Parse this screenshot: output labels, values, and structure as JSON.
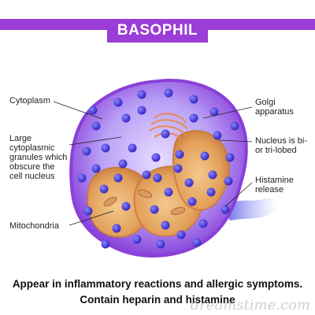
{
  "title": "BASOPHIL",
  "labels": {
    "cytoplasm": "Cytoplasm",
    "granules_line1": "Large",
    "granules_line2": "cytoplasmic",
    "granules_line3": "granules which",
    "granules_line4": "obscure the",
    "granules_line5": "cell nucleus",
    "mitochondria": "Mitochondria",
    "golgi_line1": "Golgi",
    "golgi_line2": "apparatus",
    "nucleus_line1": "Nucleus is bi-",
    "nucleus_line2": "or tri-lobed",
    "histamine_line1": "Histamine",
    "histamine_line2": "release"
  },
  "caption": {
    "line1": "Appear in inflammatory reactions and allergic symptoms.",
    "line2": "Contain heparin and histamine"
  },
  "watermark": "dreamstime.com",
  "colors": {
    "banner": "#9b3dd6",
    "cytoplasm": "#b79cf7",
    "cell_edge": "#8a3fd9",
    "nucleus": "#e7a35f",
    "granule": "#4b3fd1"
  }
}
